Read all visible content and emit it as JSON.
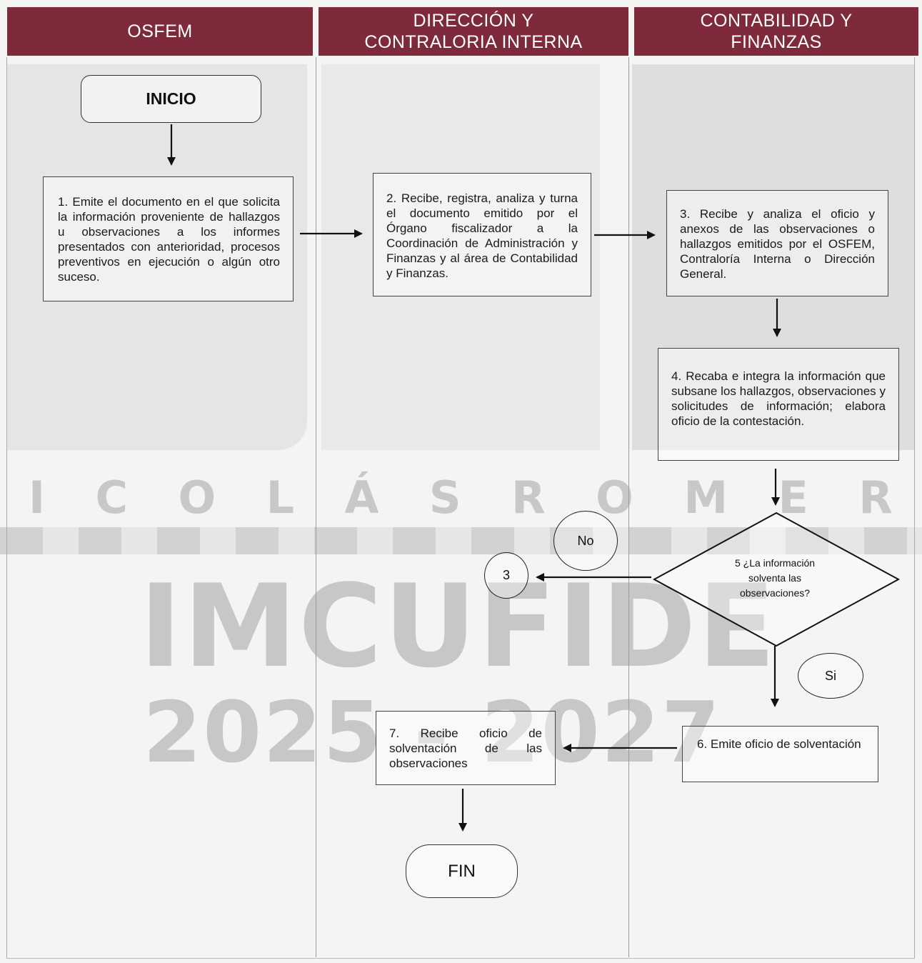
{
  "lanes": {
    "osfem": "OSFEM",
    "direccion_line1": "DIRECCIÓN Y",
    "direccion_line2": "CONTRALORIA INTERNA",
    "contabilidad_line1": "CONTABILIDAD Y",
    "contabilidad_line2": "FINANZAS"
  },
  "nodes": {
    "inicio": "INICIO",
    "step1": "1. Emite el documento en el que solicita la información proveniente de hallazgos u observaciones a los informes presentados con anterioridad, procesos preventivos en ejecución o algún otro suceso.",
    "step2": "2. Recibe, registra, analiza y turna el documento emitido por el Órgano fiscalizador a la Coordinación de Administración y Finanzas y al área de Contabilidad y Finanzas.",
    "step3": "3. Recibe y analiza el oficio y anexos de las observaciones o hallazgos emitidos por el OSFEM, Contraloría Interna o Dirección General.",
    "step4": "4. Recaba e integra la información que subsane los hallazgos, observaciones y solicitudes de información; elabora oficio de la contestación.",
    "decision_line1": "5 ¿La información",
    "decision_line2": "solventa las",
    "decision_line3": "observaciones?",
    "no_label": "No",
    "si_label": "Si",
    "connector": "3",
    "step6": "6. Emite oficio de solventación",
    "step7": "7. Recibe oficio de solventación de las observaciones",
    "fin": "FIN"
  },
  "watermark": {
    "letters": [
      "I",
      "C",
      "O",
      "L",
      "Á",
      "S",
      "R",
      "O",
      "M",
      "E",
      "R"
    ],
    "brand": "IMCUFIDE",
    "years": "2025 - 2027"
  },
  "colors": {
    "header": "#7e2a3a",
    "watermark": "#b8b8b8"
  }
}
